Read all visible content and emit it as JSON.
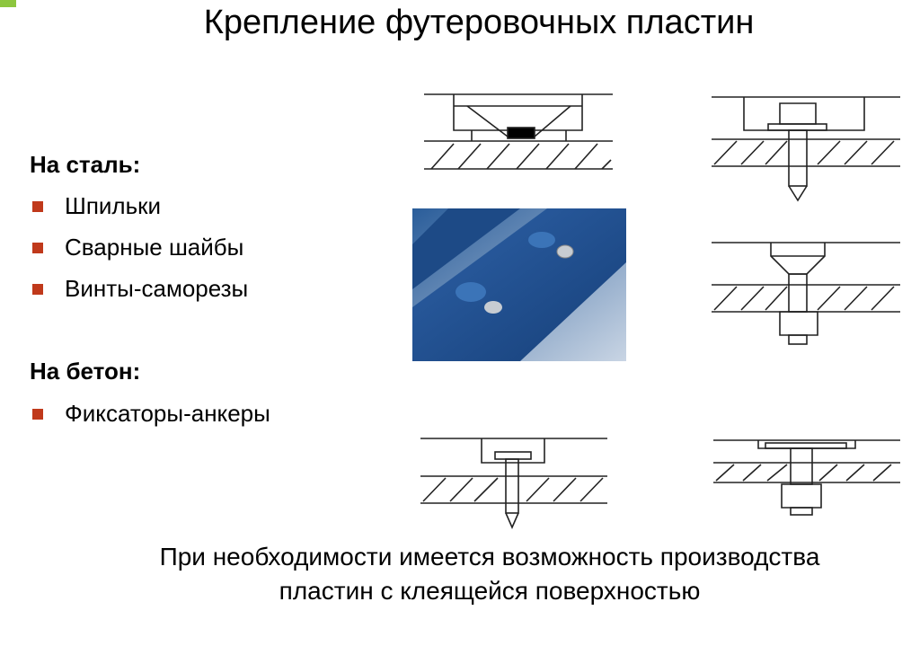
{
  "title": "Крепление футеровочных пластин",
  "steel": {
    "heading": "На сталь:",
    "items": [
      "Шпильки",
      "Сварные шайбы",
      "Винты-саморезы"
    ]
  },
  "concrete": {
    "heading": "На бетон:",
    "items": [
      "Фиксаторы-анкеры"
    ]
  },
  "footer": {
    "line1": "При необходимости имеется возможность производства",
    "line2": "пластин с клеящейся поверхностью"
  },
  "colors": {
    "accent": "#8dc63f",
    "bullet": "#c0391b",
    "plate": "#1f4f8a"
  }
}
